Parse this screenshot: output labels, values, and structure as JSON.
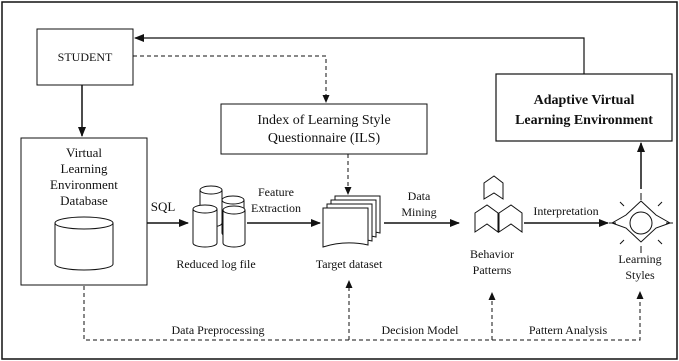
{
  "nodes": {
    "student": "STUDENT",
    "ils": [
      "Index of Learning Style",
      "Questionnaire (ILS)"
    ],
    "avle": [
      "Adaptive Virtual",
      "Learning Environment"
    ],
    "vle_db": [
      "Virtual",
      "Learning",
      "Environment",
      "Database"
    ],
    "reduced_log": "Reduced log file",
    "target_dataset": "Target dataset",
    "behavior_patterns": [
      "Behavior",
      "Patterns"
    ],
    "learning_styles": [
      "Learning",
      "Styles"
    ]
  },
  "edges": {
    "sql": "SQL",
    "feature_extraction": [
      "Feature",
      "Extraction"
    ],
    "data_mining": [
      "Data",
      "Mining"
    ],
    "interpretation": "Interpretation"
  },
  "bottom_labels": {
    "data_preprocessing": "Data Preprocessing",
    "decision_model": "Decision Model",
    "pattern_analysis": "Pattern Analysis"
  }
}
